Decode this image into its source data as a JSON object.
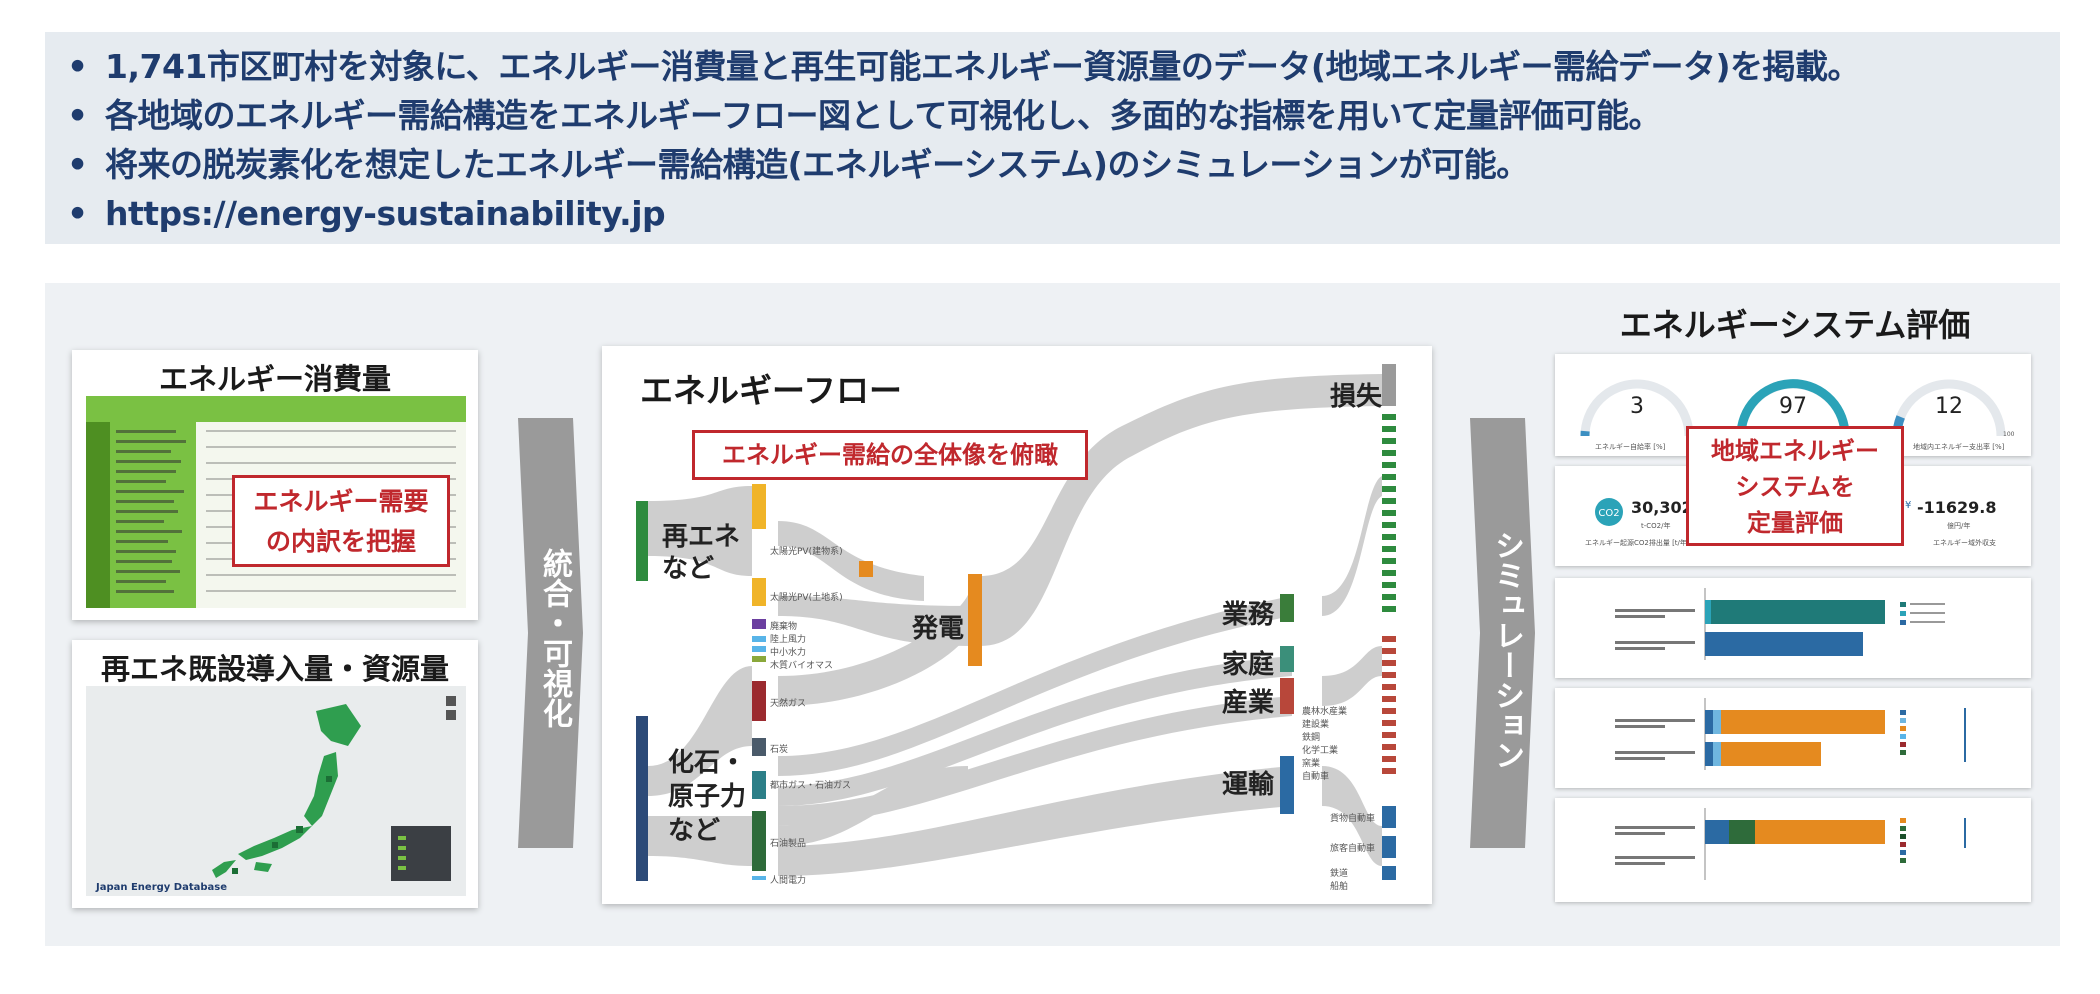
{
  "bullets": [
    "1,741市区町村を対象に、エネルギー消費量と再生可能エネルギー資源量のデータ(地域エネルギー需給データ)を掲載。",
    "各地域のエネルギー需給構造をエネルギーフロー図として可視化し、多面的な指標を用いて定量評価可能。",
    "将来の脱炭素化を想定したエネルギー需給構造(エネルギーシステム)のシミュレーションが可能。",
    "https://energy-sustainability.jp"
  ],
  "consumption_card": {
    "title": "エネルギー消費量",
    "callout_line1": "エネルギー需要",
    "callout_line2": "の内訳を把握"
  },
  "resource_card": {
    "title": "再エネ既設導入量・資源量",
    "map_logo": "Japan Energy Database"
  },
  "arrow1": {
    "label": "統合・可視化"
  },
  "flow_card": {
    "title": "エネルギーフロー",
    "callout": "エネルギー需給の全体像を俯瞰",
    "left_top": "再エネ\nなど",
    "left_bottom": "化石・\n原子力\nなど",
    "power": "発電",
    "loss": "損失",
    "sectors": [
      "業務",
      "家庭",
      "産業",
      "運輸"
    ],
    "sources": [
      "太陽光PV(建物系)",
      "太陽光PV(土地系)",
      "廃棄物",
      "陸上風力",
      "中小水力",
      "木質バイオマス",
      "天然ガス",
      "石炭",
      "都市ガス・石油ガス",
      "石油製品",
      "人間電力"
    ],
    "demand_small": [
      "農林水産業",
      "建設業",
      "鉄鋼",
      "化学工業",
      "窯業",
      "自動車",
      "貨物自動車",
      "旅客自動車",
      "鉄道",
      "船舶"
    ]
  },
  "arrow2": {
    "label": "シミュレーション"
  },
  "eval": {
    "title": "エネルギーシステム評価",
    "callout_line1": "地域エネルギー",
    "callout_line2": "システムを",
    "callout_line3": "定量評価",
    "gauges": [
      {
        "value": "3",
        "max": "100",
        "caption": "エネルギー自給率 [%]",
        "level": 0.03,
        "color": "#3c8fc2"
      },
      {
        "value": "97",
        "max": "100",
        "caption": "",
        "level": 0.97,
        "color": "#2ba3b8"
      },
      {
        "value": "12",
        "max": "100",
        "caption": "地域内エネルギー支出率 [%]",
        "level": 0.12,
        "color": "#3c8fc2"
      }
    ],
    "kpi_left": {
      "value": "30,302",
      "unit": "t-CO2/年",
      "caption": "エネルギー起源CO2排出量 [t/年]"
    },
    "kpi_right": {
      "value": "-11629.8",
      "unit": "億円/年",
      "caption": "エネルギー域外収支"
    }
  },
  "colors": {
    "navy": "#1f3c6e",
    "red": "#c0282d",
    "green": "#2e8b3e",
    "orange": "#e58a1f",
    "teal": "#1f7a78",
    "blue": "#2b6aa3",
    "gray": "#c9c9c9"
  }
}
